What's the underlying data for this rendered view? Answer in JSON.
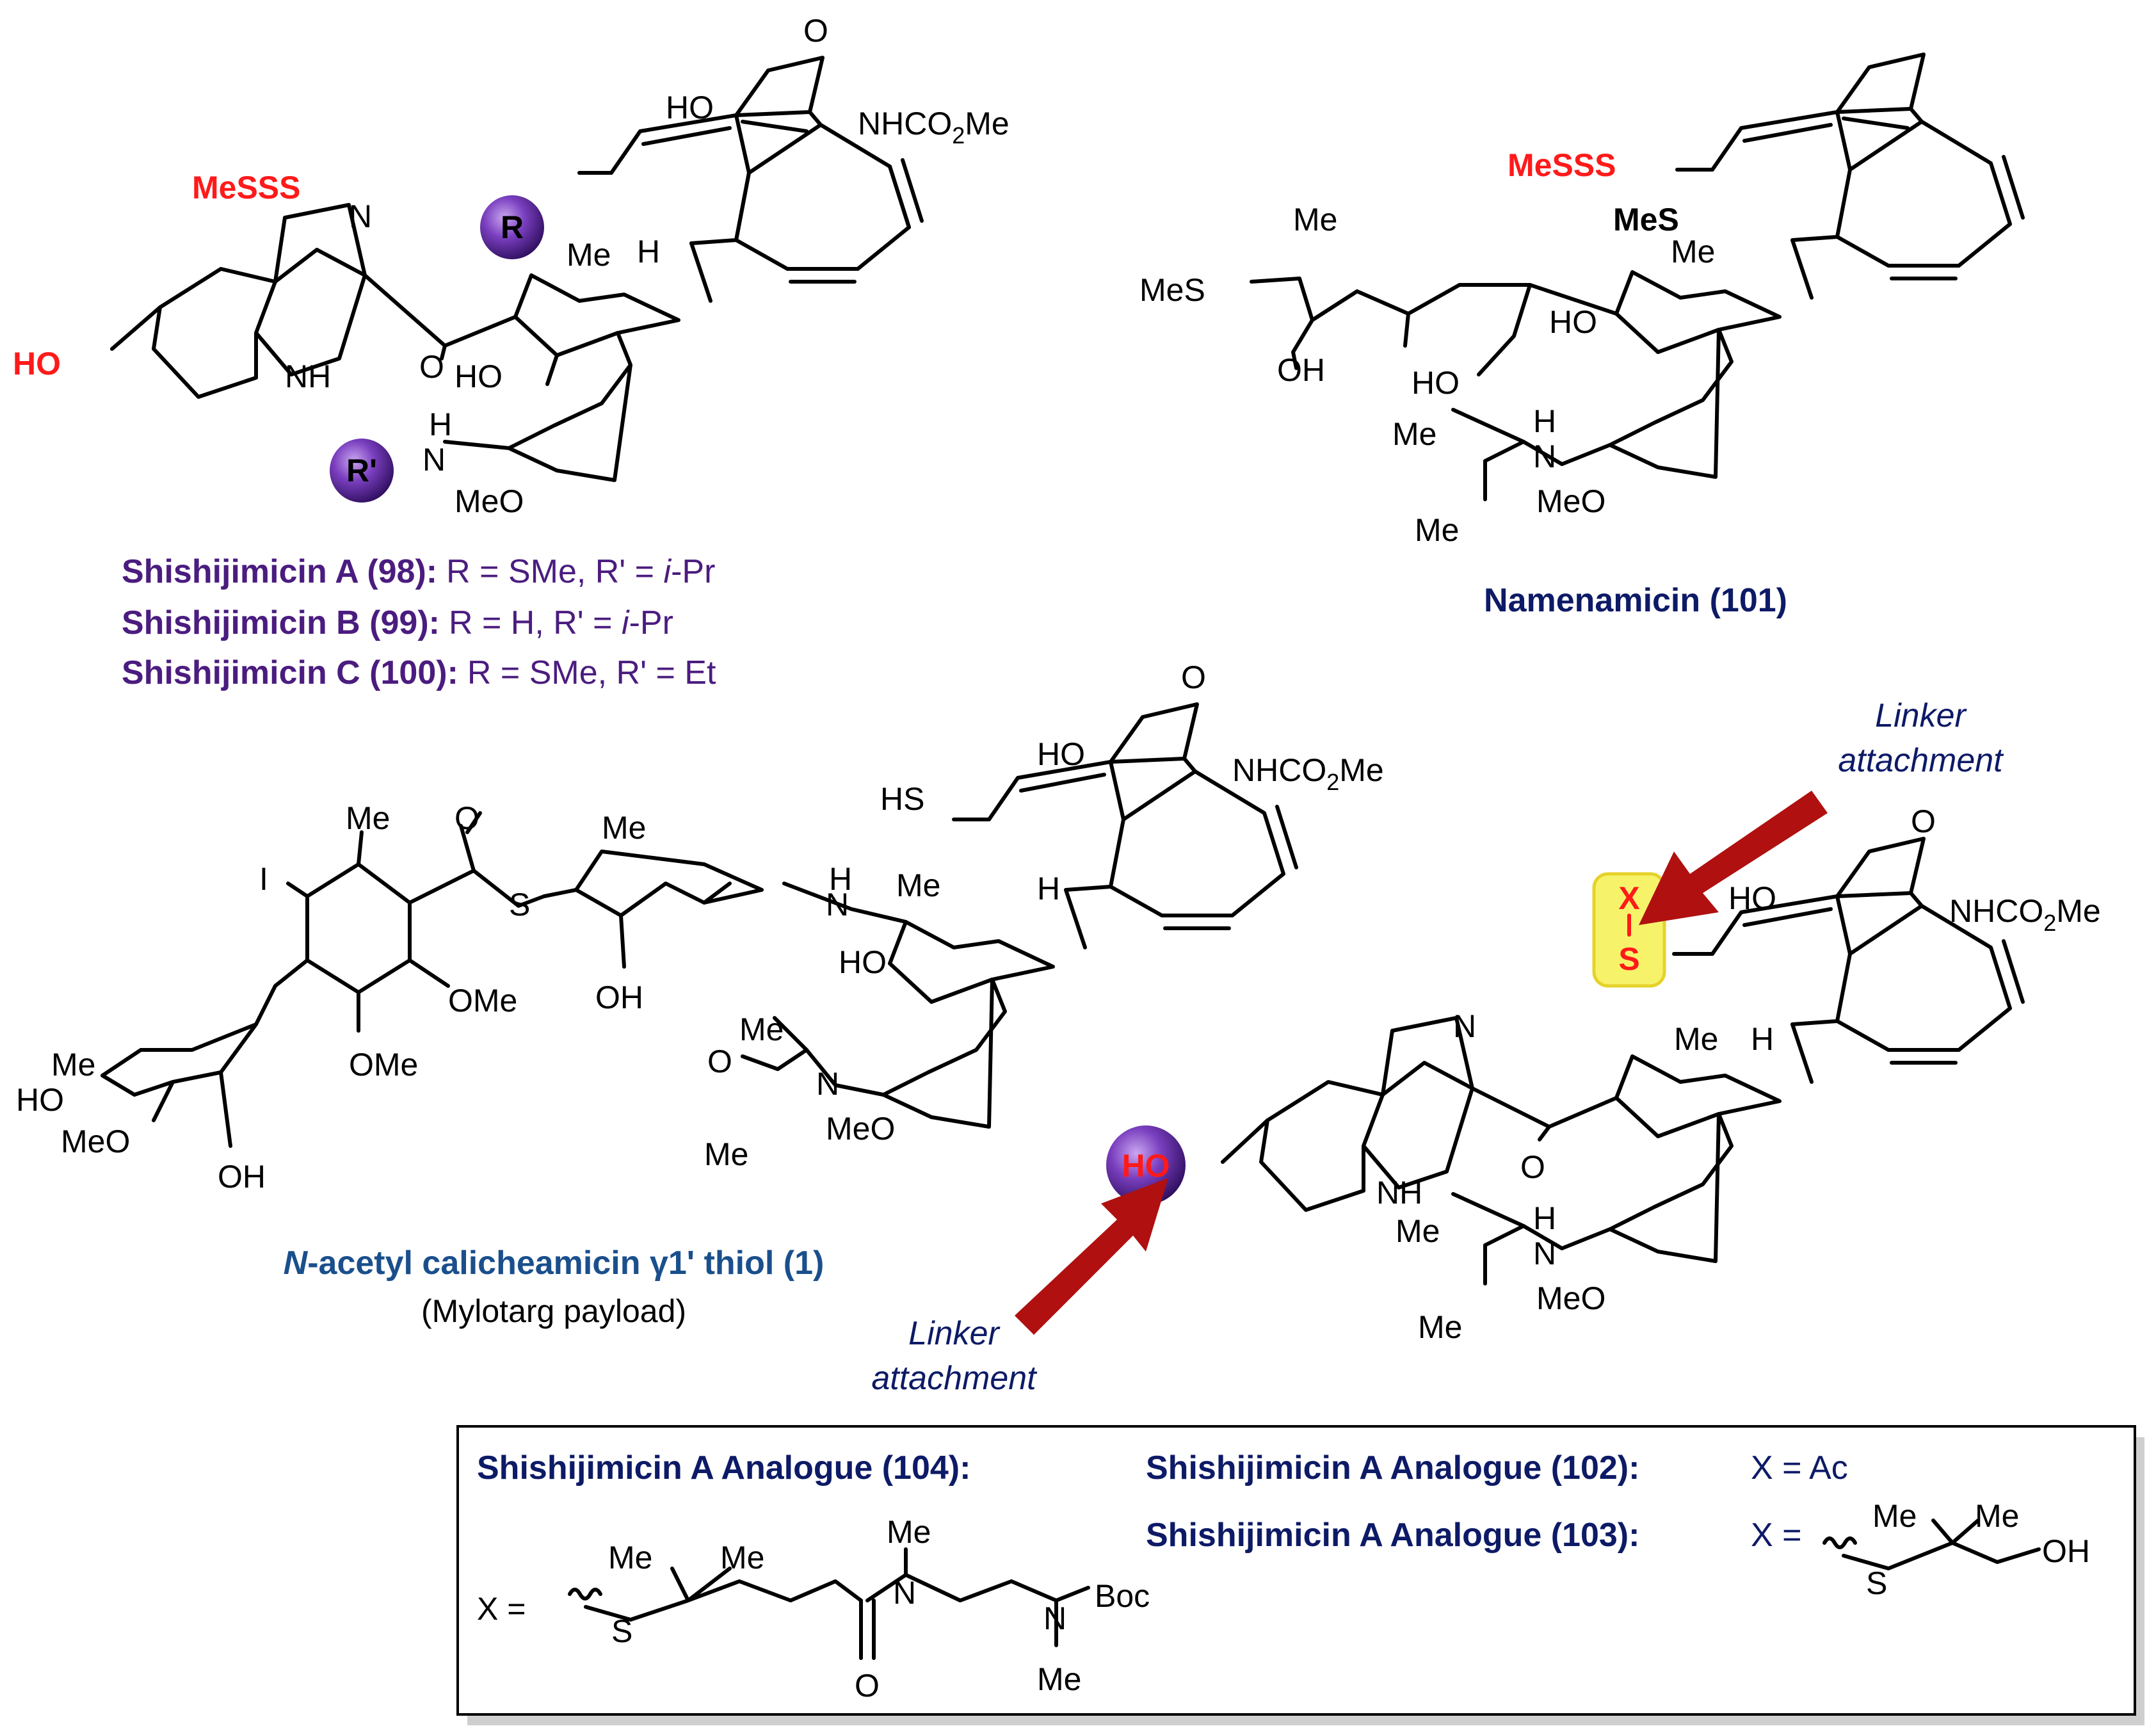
{
  "colors": {
    "purple": "#4b1c7f",
    "navy": "#0d1a66",
    "red": "#ff1a1a",
    "arrow_red": "#b01010",
    "highlight": "#f6f36a"
  },
  "structures": {
    "shishijimicin": {
      "hydroxyl": "HO",
      "trisulfide": "MeSSS",
      "carbamate": "NHCO",
      "sub2": "2",
      "ester_me": "Me",
      "ketone_o": "O",
      "ring_n": "N",
      "indole_nh": "NH",
      "r_group": "R",
      "r_prime": "R'",
      "amine_h": "H",
      "amine_n": "N",
      "methoxy": "MeO",
      "methyl": "Me",
      "hydroxy2": "HO",
      "hydrogen": "H"
    },
    "namenamicin": {
      "methylthio_top": "MeS",
      "methylthio_left": "MeS",
      "trisulfide": "MeSSS",
      "methyl": "Me",
      "hydroxy": "OH",
      "hydroxymethyl": "HO",
      "hydroxy2": "HO",
      "isopropyl_me1": "Me",
      "isopropyl_me2": "Me",
      "amine_h": "H",
      "amine_n": "N",
      "methoxy": "MeO"
    },
    "calicheamicin": {
      "thiol": "HS",
      "iodo": "I",
      "methyl": "Me",
      "ome1": "OMe",
      "ome2": "OMe",
      "sugar_me": "Me",
      "sugar_ho": "HO",
      "sugar_meo": "MeO",
      "sugar_oh": "OH",
      "thioester_s": "S",
      "hydroxy": "OH",
      "hydroxylamine_n": "N",
      "hydroxylamine_h": "H",
      "ethyl_n": "N",
      "ethyl_me": "Me",
      "acetyl_me": "Me",
      "acetyl_o": "O",
      "methoxy": "MeO"
    },
    "analogue": {
      "linker_x": "X",
      "linker_s": "S",
      "hydroxyl": "HO"
    }
  },
  "labels": {
    "shishijimicin_a": {
      "name": "Shishijimicin A (98):",
      "definition_pre": "R = SMe, R' = ",
      "italic": "i",
      "definition_post": "-Pr"
    },
    "shishijimicin_b": {
      "name": "Shishijimicin B (99):",
      "definition_pre": "R = H, R' = ",
      "italic": "i",
      "definition_post": "-Pr"
    },
    "shishijimicin_c": {
      "name": "Shishijimicin C (100):",
      "definition": "R = SMe, R' = Et"
    },
    "namenamicin": "Namenamicin (101)",
    "calicheamicin_italic": "N",
    "calicheamicin_rest": "-acetyl calicheamicin γ1' thiol (1)",
    "calicheamicin_note": "(Mylotarg payload)",
    "linker_top": [
      "Linker",
      "attachment"
    ],
    "linker_bottom": [
      "Linker",
      "attachment"
    ]
  },
  "legend_box": {
    "analogue_104": "Shishijimicin A Analogue (104):",
    "analogue_102": "Shishijimicin A Analogue (102):",
    "analogue_102_x": "X = Ac",
    "analogue_103": "Shishijimicin A Analogue (103):",
    "x_equals": "X =",
    "x_eq_103": "X =",
    "linker_104": {
      "me1": "Me",
      "me2": "Me",
      "s": "S",
      "o": "O",
      "n1": "N",
      "me_n1": "Me",
      "n2": "N",
      "boc": "Boc",
      "me_n2": "Me"
    },
    "linker_103": {
      "me1": "Me",
      "me2": "Me",
      "s": "S",
      "oh": "OH"
    }
  }
}
